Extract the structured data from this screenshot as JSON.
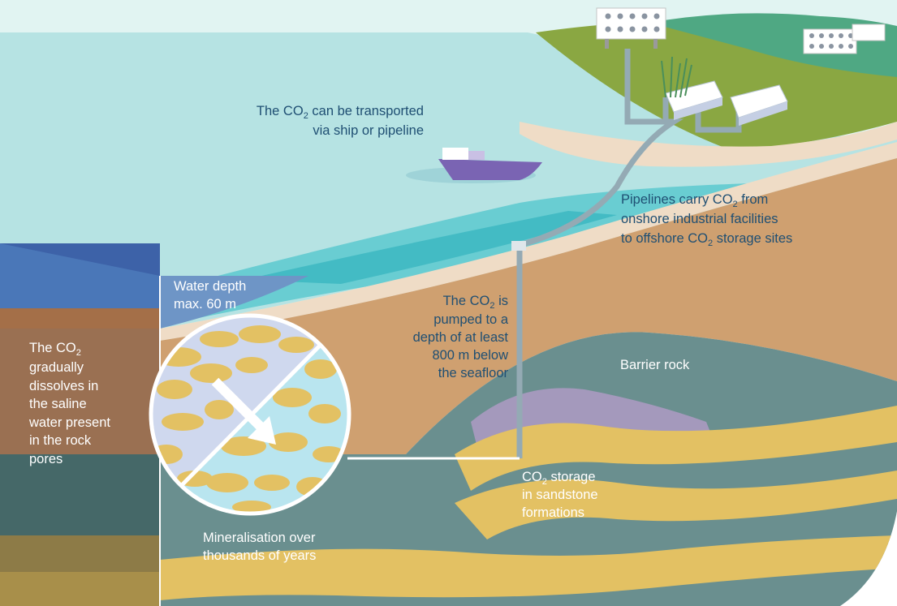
{
  "labels": {
    "transport": {
      "line1_pre": "The CO",
      "line1_sub": "2",
      "line1_post": " can be transported",
      "line2": "via ship or pipeline"
    },
    "pipelines": {
      "line1_pre": "Pipelines carry CO",
      "line1_sub": "2",
      "line1_post": " from",
      "line2": "onshore industrial facilities",
      "line3_pre": "to offshore CO",
      "line3_sub": "2",
      "line3_post": " storage sites"
    },
    "water_depth": {
      "line1": "Water depth",
      "line2": "max. 60 m"
    },
    "pumped": {
      "line1_pre": "The CO",
      "line1_sub": "2",
      "line1_post": " is",
      "line2": "pumped to a",
      "line3": "depth of at least",
      "line4": "800 m below",
      "line5": "the seafloor"
    },
    "barrier": {
      "text": "Barrier rock"
    },
    "dissolves": {
      "line1_pre": "The CO",
      "line1_sub": "2",
      "line2": "gradually",
      "line3": "dissolves in",
      "line4": "the saline",
      "line5": "water present",
      "line6": "in the rock",
      "line7": "pores"
    },
    "storage": {
      "line1_pre": "CO",
      "line1_sub": "2",
      "line1_post": " storage",
      "line2": "in sandstone",
      "line3": "formations"
    },
    "mineralisation": {
      "line1": "Mineralisation over",
      "line2": "thousands of years"
    }
  },
  "colors": {
    "sky": "#e1f4f2",
    "sea": "#b6e3e3",
    "sea_deep": "#3fb9c2",
    "land_green": "#8aa742",
    "sand": "#efdcc6",
    "sediment": "#cfa070",
    "barrier_rock": "#6a8f8f",
    "sandstone": "#e3c163",
    "ocean_side": "#3d62a8",
    "text": "#1f4f73"
  }
}
